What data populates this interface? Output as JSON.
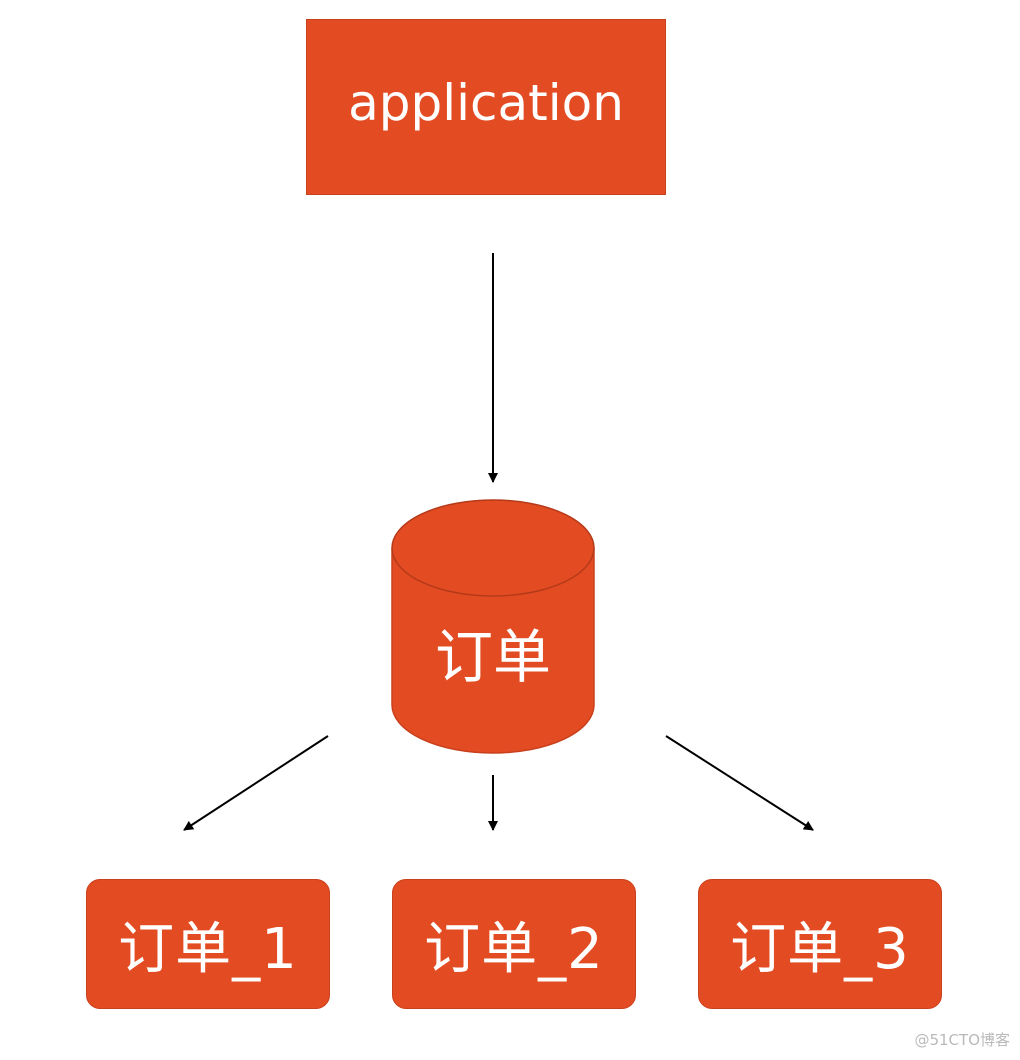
{
  "colors": {
    "node_fill": "#e34b22",
    "node_stroke": "#c9401c",
    "label": "#ffffff",
    "arrow": "#000000",
    "watermark": "#b9b9b9"
  },
  "application": {
    "label": "application"
  },
  "database": {
    "label": "订单"
  },
  "shards": [
    {
      "label": "订单_1"
    },
    {
      "label": "订单_2"
    },
    {
      "label": "订单_3"
    }
  ],
  "watermark": "@51CTO博客"
}
